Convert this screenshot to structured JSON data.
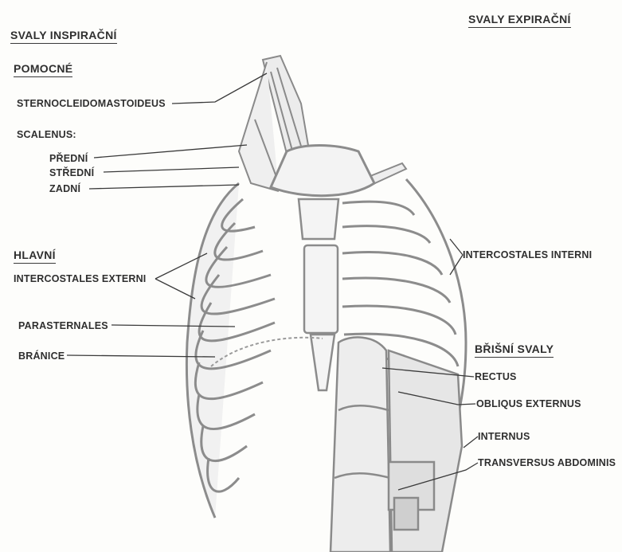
{
  "sections": {
    "inspiratory": "SVALY INSPIRAČNÍ",
    "expiratory": "SVALY EXPIRAČNÍ",
    "accessory": "POMOCNÉ",
    "main": "HLAVNÍ",
    "abdominal": "BŘIŠNÍ SVALY"
  },
  "labels": {
    "sternocleidomastoideus": "STERNOCLEIDOMASTOIDEUS",
    "scalenus": "SCALENUS:",
    "predni": "PŘEDNÍ",
    "stredni": "STŘEDNÍ",
    "zadni": "ZADNÍ",
    "intercostales_externi": "INTERCOSTALES EXTERNI",
    "parasternales": "PARASTERNALES",
    "branice": "BRÁNICE",
    "intercostales_interni": "INTERCOSTALES INTERNI",
    "rectus": "RECTUS",
    "obliquus_externus": "OBLIQUS EXTERNUS",
    "internus": "INTERNUS",
    "transversus_abdominis": "TRANSVERSUS ABDOMINIS"
  }
}
